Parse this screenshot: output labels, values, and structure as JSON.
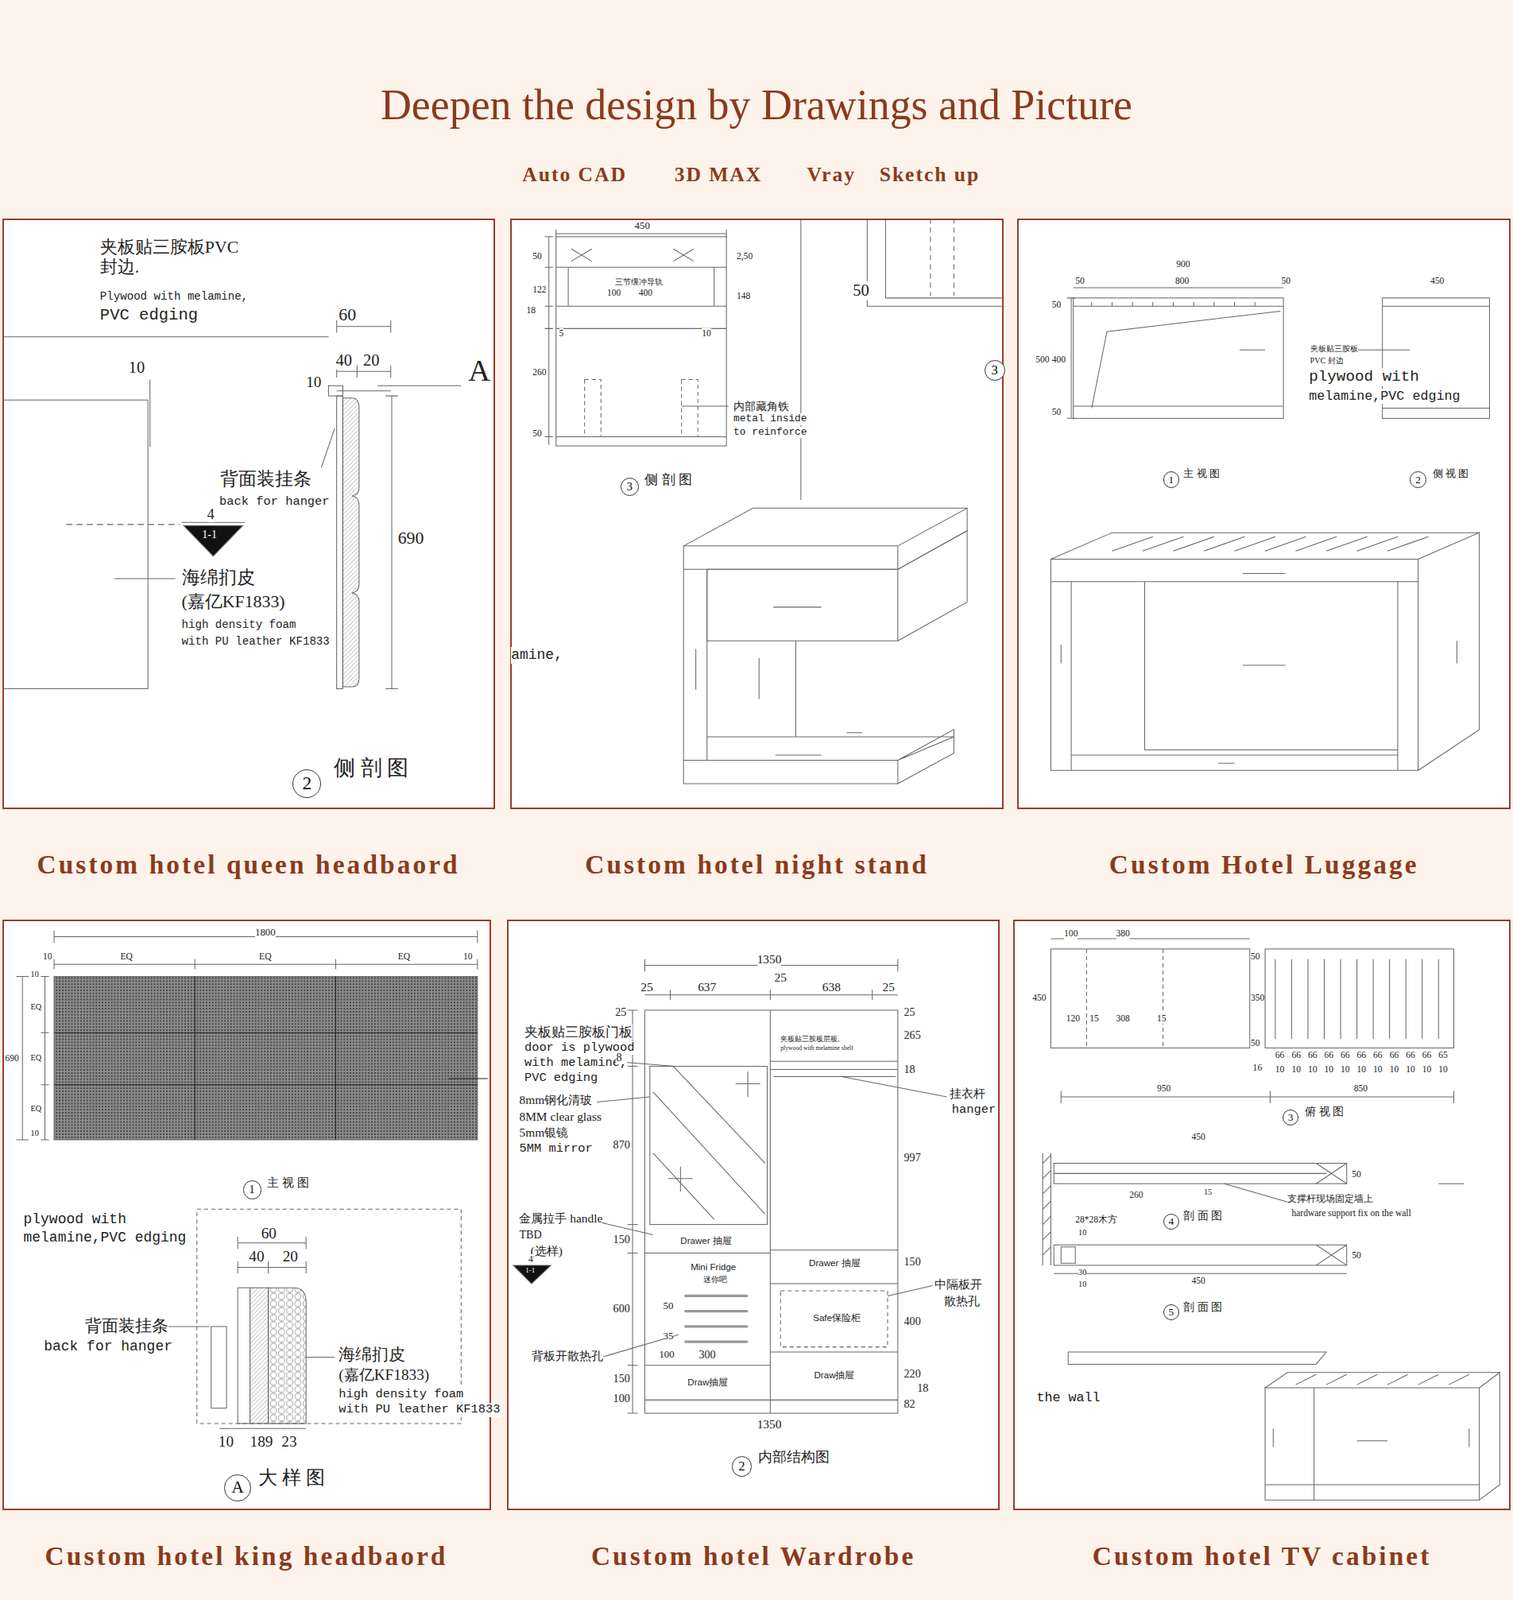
{
  "diagram": {
    "title": "Deepen the design by Drawings and Picture",
    "nodes": [
      {
        "text": [
          "Custom hotel queen headbaord"
        ]
      },
      {
        "text": [
          "Custom hotel night stand"
        ]
      },
      {
        "text": [
          "Custom Hotel Luggage"
        ]
      },
      {
        "text": [
          "Custom hotel king headbaord"
        ]
      },
      {
        "text": [
          "Custom hotel Wardrobe"
        ]
      },
      {
        "text": [
          "Custom hotel TV cabinet"
        ]
      },
      {
        "text": [
          "2"
        ],
        "in": 0
      },
      {
        "text": [
          "3"
        ],
        "in": 1
      },
      {
        "text": [
          "3"
        ],
        "in": 1
      },
      {
        "text": [
          "1"
        ],
        "in": 2
      },
      {
        "text": [
          "2"
        ],
        "in": 2
      },
      {
        "text": [
          "1"
        ],
        "in": 3
      },
      {
        "text": [
          "A"
        ],
        "in": 3
      },
      {
        "text": [
          "2"
        ],
        "in": 4
      },
      {
        "text": [
          "3"
        ],
        "in": 5
      },
      {
        "text": [
          "4"
        ],
        "in": 5
      },
      {
        "text": [
          "5"
        ],
        "in": 5
      }
    ],
    "labels": [
      "Auto CAD",
      "3D MAX",
      "Vray",
      "Sketch up",
      "夹板贴三胺板PVC 封边.",
      "Plywood with melamine,",
      "PVC edging",
      "10",
      "60",
      "40",
      "20",
      "10",
      "A",
      "背面装挂条",
      "back for hanger",
      "4",
      "1-1",
      "690",
      "海绵扪皮",
      "(嘉亿KF1833)",
      "high density foam",
      "with PU leather KF1833",
      "侧 剖 图",
      "450",
      "50",
      "122",
      "18",
      "260",
      "50",
      "三节缓冲导轨",
      "400",
      "100",
      "5",
      "10",
      "2,50",
      "148",
      "50",
      "内部藏角铁",
      "metal inside",
      "to reinforce",
      "侧 剖 图",
      "amine,",
      "900",
      "50",
      "800",
      "50",
      "450",
      "50",
      "500",
      "400",
      "50",
      "夹板贴三胺板",
      "PVC 封边",
      "plywood with",
      "melamine,PVC edging",
      "主 视 图",
      "侧 视 图",
      "1800",
      "10",
      "EQ",
      "EQ",
      "EQ",
      "10",
      "10",
      "EQ",
      "EQ",
      "EQ",
      "10",
      "690",
      "主 视 图",
      "plywood with",
      "melamine,PVC edging",
      "60",
      "40",
      "20",
      "背面装挂条",
      "back for hanger",
      "海绵扪皮",
      "(嘉亿KF1833)",
      "high density foam",
      "with PU leather KF1833",
      "10",
      "189",
      "23",
      "大 样 图",
      "1350",
      "25",
      "637",
      "25",
      "638",
      "25",
      "夹板贴三胺板门板",
      "door is plywood",
      "with melamine,",
      "PVC edging",
      "8mm钢化清玻",
      "8MM clear glass",
      "5mm银镜",
      "5MM mirror",
      "金属拉手 handle",
      "TBD",
      "(选样)",
      "4",
      "1-1",
      "背板开散热孔",
      "25",
      "8",
      "870",
      "150",
      "600",
      "150",
      "100",
      "夹板贴三胺板层板,",
      "plywood with melamine shelf",
      "25",
      "265",
      "18",
      "997",
      "150",
      "400",
      "220",
      "18",
      "82",
      "挂衣杆",
      "hanger",
      "中隔板开",
      "散热孔",
      "Drawer 抽屉",
      "Mini Fridge",
      "迷你吧",
      "50",
      "35",
      "100",
      "300",
      "Draw抽屉",
      "Drawer 抽屉",
      "Safe保险柜",
      "Draw抽屉",
      "1350",
      "内部结构图",
      "100",
      "380",
      "50",
      "450",
      "350",
      "50",
      "120",
      "15",
      "308",
      "15",
      "66",
      "66",
      "66",
      "66",
      "66",
      "66",
      "66",
      "66",
      "66",
      "66",
      "65",
      "10",
      "10",
      "10",
      "10",
      "10",
      "10",
      "10",
      "10",
      "10",
      "10",
      "10",
      "16",
      "950",
      "850",
      "俯 视 图",
      "450",
      "15",
      "50",
      "260",
      "支撑杆现场固定墙上",
      "hardware support fix on the wall",
      "28*28木方",
      "剖 面 图",
      "10",
      "30",
      "10",
      "50",
      "450",
      "剖 面 图",
      "the wall"
    ]
  }
}
